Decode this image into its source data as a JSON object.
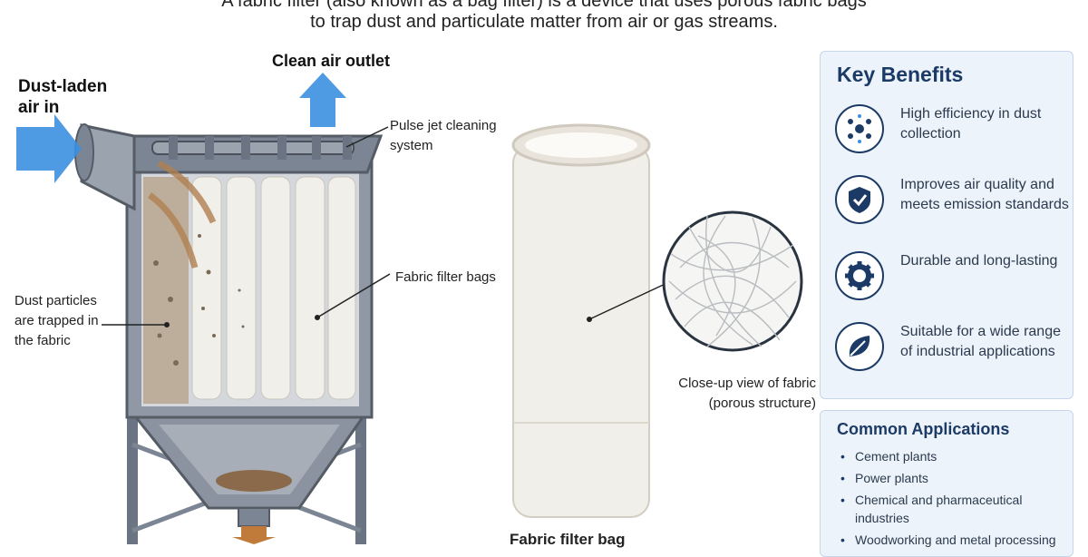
{
  "intro": {
    "line1": "A fabric filter (also known as a bag filter) is a device that uses porous fabric bags",
    "line2": "to trap dust and particulate matter from air or gas streams."
  },
  "diagram": {
    "dust_laden_label": "Dust-laden air in",
    "clean_air_label": "Clean air outlet",
    "pulse_jet_label": "Pulse jet cleaning system",
    "filter_bags_label": "Fabric filter bags",
    "dust_trapped_label": "Dust particles are trapped in the fabric",
    "closeup_label": "Close-up view of fabric (porous structure)",
    "bag_caption": "Fabric filter bag"
  },
  "key_benefits": {
    "title": "Key Benefits",
    "items": [
      {
        "icon": "particles-icon",
        "text": "High efficiency in dust collection"
      },
      {
        "icon": "shield-check-icon",
        "text": "Improves air quality and meets emission standards"
      },
      {
        "icon": "gear-icon",
        "text": "Durable and long-lasting"
      },
      {
        "icon": "leaf-icon",
        "text": "Suitable for a wide range of industrial applications"
      }
    ]
  },
  "common_applications": {
    "title": "Common Applications",
    "items": [
      "Cement plants",
      "Power plants",
      "Chemical and pharmaceutical industries",
      "Woodworking and metal processing"
    ]
  },
  "colors": {
    "accent": "#1b3a66",
    "panel_bg": "#edf3fb",
    "arrow_blue": "#3b8fe0",
    "arrow_brown": "#c07a3a",
    "steel": "#7b8594",
    "bag": "#f1efe9"
  }
}
